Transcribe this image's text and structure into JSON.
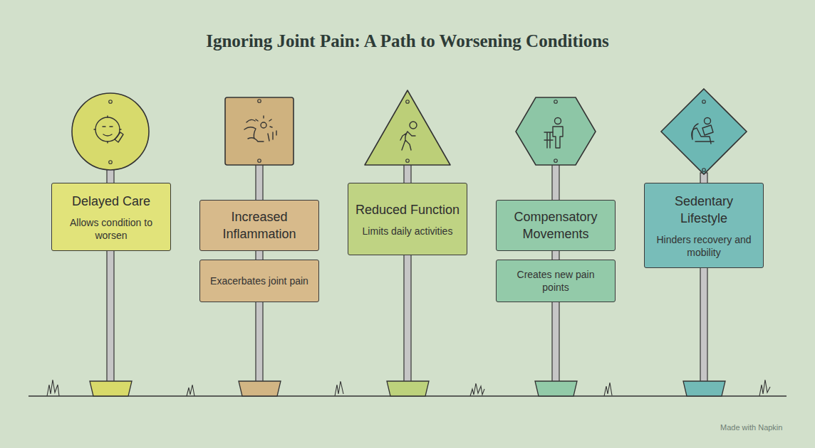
{
  "diagram": {
    "title": "Ignoring Joint Pain: A Path to Worsening Conditions",
    "nodes": [
      {
        "text": [
          "Delayed Care",
          "Allows condition to worsen"
        ]
      },
      {
        "text": [
          "Increased Inflammation"
        ]
      },
      {
        "text": [
          "Exacerbates joint pain"
        ]
      },
      {
        "text": [
          "Reduced Function",
          "Limits daily activities"
        ]
      },
      {
        "text": [
          "Compensatory Movements"
        ]
      },
      {
        "text": [
          "Creates new pain points"
        ]
      },
      {
        "text": [
          "Sedentary Lifestyle",
          "Hinders recovery and mobility"
        ]
      }
    ],
    "labels": [
      "Made with Napkin"
    ]
  }
}
